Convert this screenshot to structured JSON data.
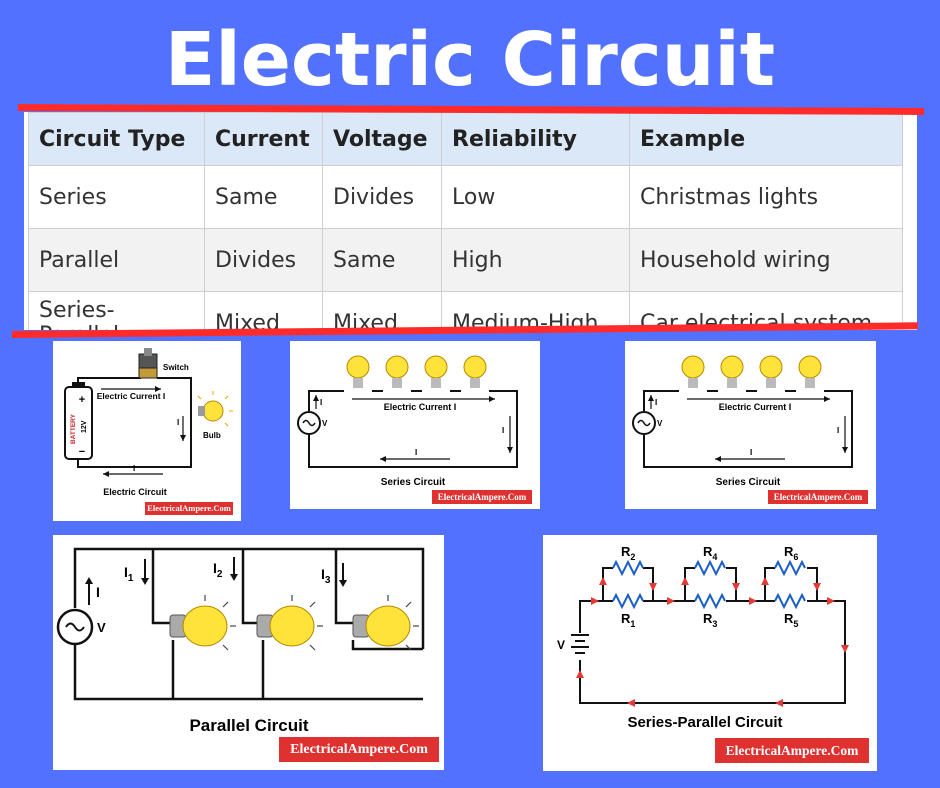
{
  "title": "Electric Circuit",
  "table": {
    "headers": [
      "Circuit Type",
      "Current",
      "Voltage",
      "Reliability",
      "Example"
    ],
    "rows": [
      [
        "Series",
        "Same",
        "Divides",
        "Low",
        "Christmas lights"
      ],
      [
        "Parallel",
        "Divides",
        "Same",
        "High",
        "Household wiring"
      ],
      [
        "Series-Parallel",
        "Mixed",
        "Mixed",
        "Medium-High",
        "Car electrical system"
      ]
    ]
  },
  "panels": {
    "basic": {
      "caption": "Electric Circuit",
      "switch_label": "Switch",
      "current_label": "Electric Current I",
      "bulb_label": "Bulb",
      "i_label": "I",
      "battery_label": "BATTERY",
      "battery_voltage": "12V",
      "plus": "+",
      "minus": "−",
      "watermark": "ElectricalAmpere.Com"
    },
    "series1": {
      "caption": "Series Circuit",
      "current_label": "Electric Current I",
      "i_label": "I",
      "v_label": "V",
      "watermark": "ElectricalAmpere.Com"
    },
    "series2": {
      "caption": "Series Circuit",
      "current_label": "Electric Current I",
      "i_label": "I",
      "v_label": "V",
      "watermark": "ElectricalAmpere.Com"
    },
    "parallel": {
      "caption": "Parallel Circuit",
      "i_label": "I",
      "v_label": "V",
      "i1": "I",
      "i1_sub": "1",
      "i2": "I",
      "i2_sub": "2",
      "i3": "I",
      "i3_sub": "3",
      "watermark": "ElectricalAmpere.Com"
    },
    "series_parallel": {
      "caption": "Series-Parallel Circuit",
      "v_label": "V",
      "resistors": [
        {
          "letter": "R",
          "sub": "2"
        },
        {
          "letter": "R",
          "sub": "1"
        },
        {
          "letter": "R",
          "sub": "4"
        },
        {
          "letter": "R",
          "sub": "3"
        },
        {
          "letter": "R",
          "sub": "6"
        },
        {
          "letter": "R",
          "sub": "5"
        }
      ],
      "watermark": "ElectricalAmpere.Com"
    }
  },
  "colors": {
    "background": "#5271ff",
    "accent_red": "#ff2b2b",
    "watermark_bg": "#e03131",
    "header_bg": "#dbe8f8",
    "bulb": "#ffe23a",
    "resistor": "#1b5fc9"
  }
}
